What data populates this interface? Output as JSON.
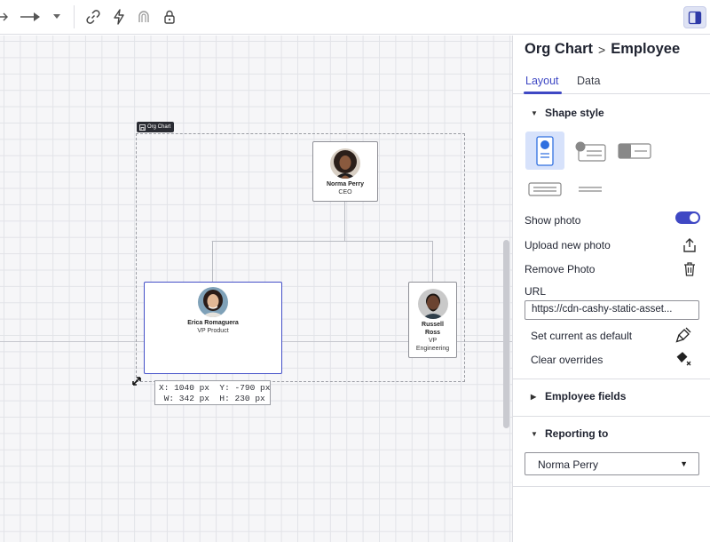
{
  "toolbar": {
    "icons": [
      "connector-right-icon",
      "arrow-end-icon",
      "dropdown-caret-icon",
      "link-icon",
      "lightning-icon",
      "magnet-icon",
      "lock-icon",
      "right-panel-icon"
    ]
  },
  "canvas": {
    "group_label": "Org Chart",
    "employees": [
      {
        "name": "Norma Perry",
        "role": "CEO"
      },
      {
        "name": "Erica Romaguera",
        "role": "VP Product"
      },
      {
        "name": "Russell Ross",
        "role": "VP Engineering"
      }
    ],
    "dimensions": {
      "line1": "X: 1040 px  Y: -790 px",
      "line2": " W: 342 px  H: 230 px"
    }
  },
  "panel": {
    "breadcrumb": {
      "parent": "Org Chart",
      "separator": ">",
      "current": "Employee"
    },
    "tabs": [
      {
        "label": "Layout",
        "active": true
      },
      {
        "label": "Data",
        "active": false
      }
    ],
    "shape_style": {
      "title": "Shape style",
      "selected_index": 0
    },
    "show_photo": {
      "label": "Show photo",
      "enabled": true
    },
    "upload_photo": {
      "label": "Upload new photo"
    },
    "remove_photo": {
      "label": "Remove Photo"
    },
    "url": {
      "label": "URL",
      "value": "https://cdn-cashy-static-asset..."
    },
    "set_default": {
      "label": "Set current as default"
    },
    "clear_overrides": {
      "label": "Clear overrides"
    },
    "employee_fields": {
      "title": "Employee fields"
    },
    "reporting_to": {
      "title": "Reporting to",
      "value": "Norma Perry"
    }
  },
  "colors": {
    "accent": "#3f48c4",
    "selected_bg": "#d7e2fb",
    "style_blue": "#3070e0"
  }
}
